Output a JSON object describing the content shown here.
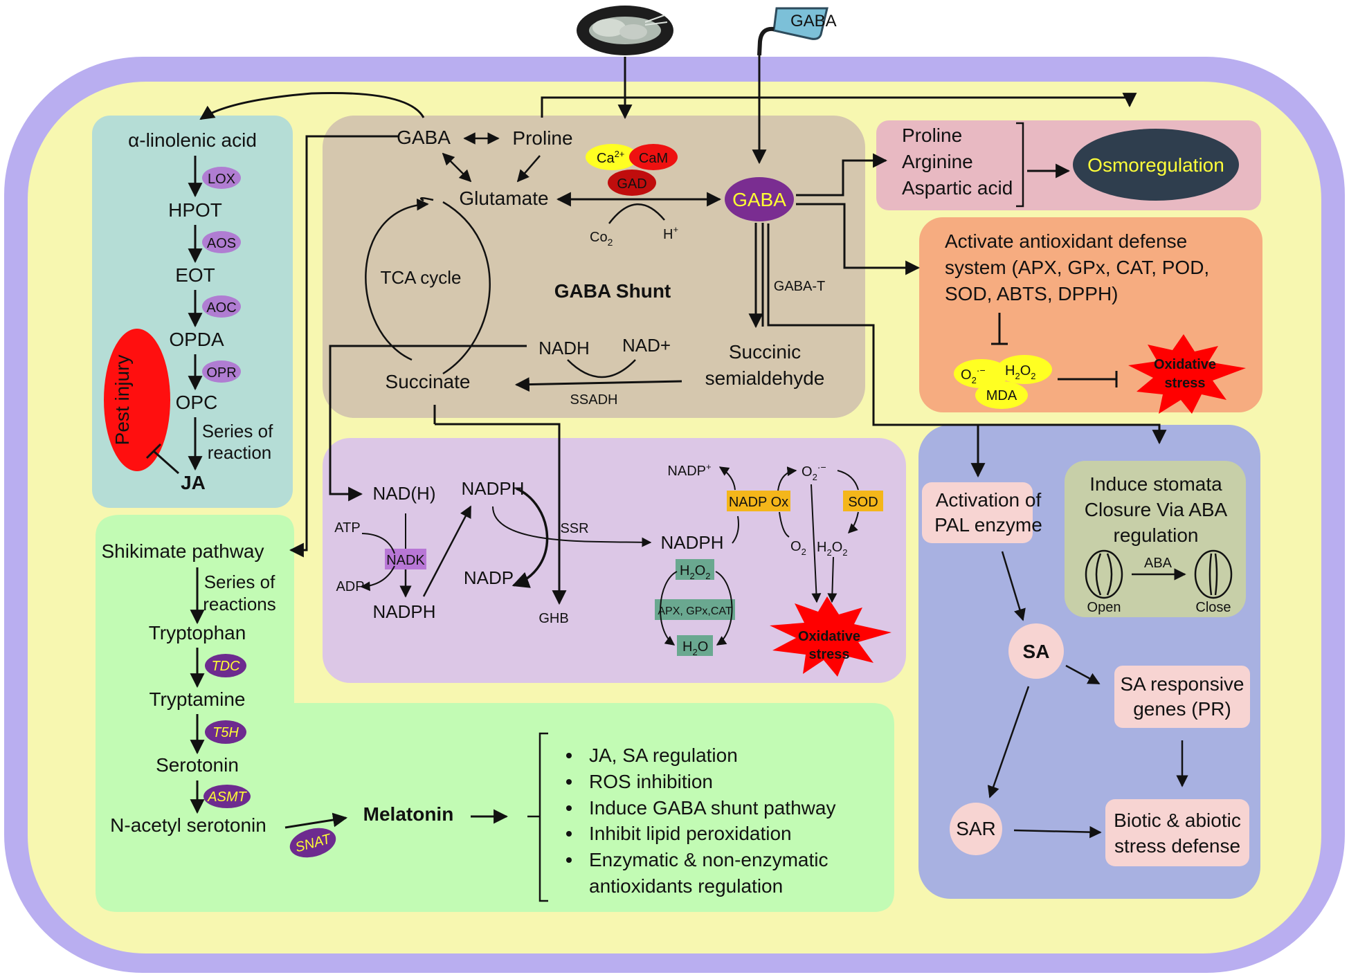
{
  "diagram": {
    "top_inputs": {
      "gaba_container": "GABA"
    },
    "jasmonate": {
      "steps": [
        "α-linolenic acid",
        "HPOT",
        "EOT",
        "OPDA",
        "OPC",
        "JA"
      ],
      "enzymes": [
        "LOX",
        "AOS",
        "AOC",
        "OPR"
      ],
      "series_note": [
        "Series of",
        "reaction"
      ],
      "pest_injury": "Pest injury"
    },
    "gaba_shunt": {
      "title": "GABA Shunt",
      "gaba_top": "GABA",
      "proline": "Proline",
      "glutamate": "Glutamate",
      "tca": "TCA cycle",
      "succinate": "Succinate",
      "nadh": "NADH",
      "nad_plus": "NAD+",
      "ssadh": "SSADH",
      "succinic": [
        "Succinic",
        "semialdehyde"
      ],
      "gaba_t": "GABA-T",
      "co2": "Co",
      "co2_sub": "2",
      "h_plus": "H",
      "h_sup": "+",
      "ca": "Ca",
      "ca_sup": "2+",
      "cam": "CaM",
      "gad": "GAD",
      "gaba_node": "GABA"
    },
    "osmo": {
      "items": [
        "Proline",
        "Arginine",
        "Aspartic acid"
      ],
      "result": "Osmoregulation"
    },
    "antioxidant": {
      "lines": [
        "Activate antioxidant defense",
        "system (APX, GPx, CAT, POD,",
        "SOD, ABTS, DPPH)"
      ],
      "o2": "O",
      "h2o2": "H",
      "mda": "MDA",
      "stress": [
        "Oxidative",
        "stress"
      ]
    },
    "nadph": {
      "nadh_label": "NAD(H)",
      "atp": "ATP",
      "adp": "ADP",
      "nadk": "NADK",
      "nadph_bottom": "NADPH",
      "nadph_mid": "NADPH",
      "nadp": "NADP",
      "ghb": "GHB",
      "ssr": "SSR",
      "nadph_right": "NADPH",
      "nadp_plus": "NADP",
      "nadp_ox": "NADP Ox",
      "o2_top": "O",
      "sod": "SOD",
      "o2_bottom": "O",
      "h2o2": "H",
      "h2o2_box": "H",
      "apx": "APX, GPx,CAT",
      "h2o_box": "H",
      "stress": [
        "Oxidative",
        "stress"
      ]
    },
    "melatonin": {
      "steps": [
        "Shikimate pathway",
        "Tryptophan",
        "Tryptamine",
        "Serotonin",
        "N-acetyl serotonin"
      ],
      "series_note": [
        "Series of",
        "reactions"
      ],
      "enzymes": [
        "TDC",
        "T5H",
        "ASMT",
        "SNAT"
      ],
      "product": "Melatonin",
      "effects": [
        "JA, SA regulation",
        "ROS inhibition",
        "Induce GABA shunt pathway",
        "Inhibit lipid peroxidation",
        "Enzymatic & non-enzymatic",
        "antioxidants regulation"
      ]
    },
    "sa": {
      "pal": [
        "Activation of",
        "PAL enzyme"
      ],
      "stomata": [
        "Induce stomata",
        "Closure Via ABA",
        "regulation"
      ],
      "aba": "ABA",
      "open": "Open",
      "close": "Close",
      "sa": "SA",
      "sa_genes": [
        "SA responsive",
        "genes (PR)"
      ],
      "sar": "SAR",
      "defense": [
        "Biotic & abiotic",
        "stress defense"
      ]
    }
  }
}
